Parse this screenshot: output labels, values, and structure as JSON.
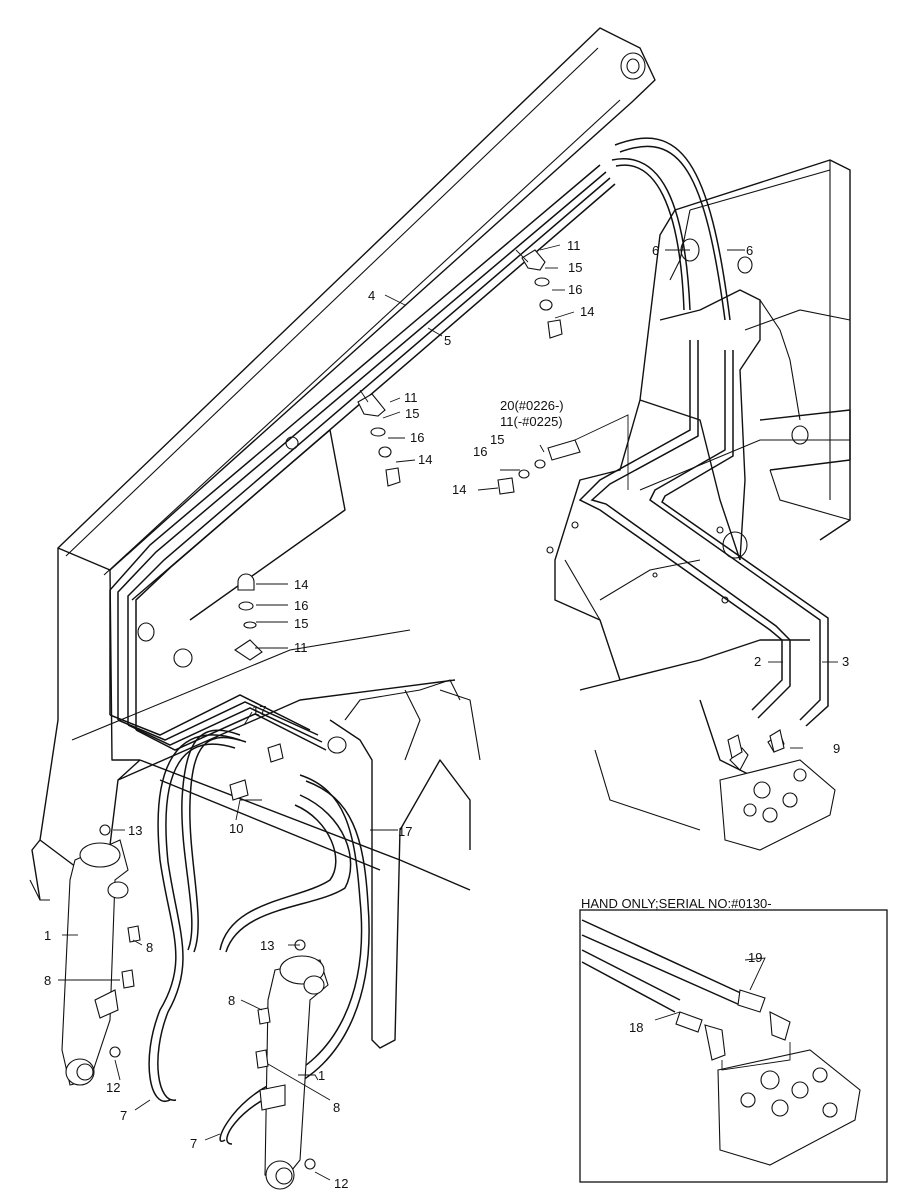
{
  "inset": {
    "title": "HAND ONLY;SERIAL NO:#0130-"
  },
  "labels": {
    "l1a": "1",
    "l1b": "1",
    "l2": "2",
    "l3": "3",
    "l4": "4",
    "l5": "5",
    "l6a": "6",
    "l6b": "6",
    "l7a": "7",
    "l7b": "7",
    "l8a": "8",
    "l8b": "8",
    "l8c": "8",
    "l8d": "8",
    "l9": "9",
    "l10": "10",
    "l11a": "11",
    "l11b": "11",
    "l11c": "11",
    "l12a": "12",
    "l12b": "12",
    "l13a": "13",
    "l13b": "13",
    "l14a": "14",
    "l14b": "14",
    "l14c": "14",
    "l14d": "14",
    "l15a": "15",
    "l15b": "15",
    "l15c": "15",
    "l15d": "15",
    "l16a": "16",
    "l16b": "16",
    "l16c": "16",
    "l16d": "16",
    "l17a": "17",
    "l17b": "17",
    "l18": "18",
    "l19": "19",
    "l20a": "20(#0226-)",
    "l20b": "11(-#0225)"
  }
}
